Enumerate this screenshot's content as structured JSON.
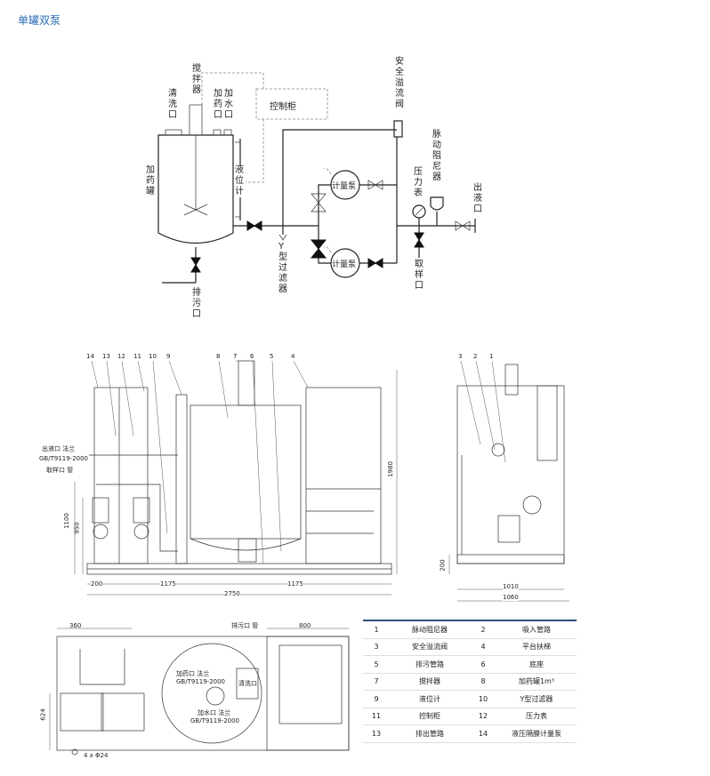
{
  "title": "单罐双泵",
  "schematic": {
    "qingxikou": "清洗口",
    "jiaobanqi": "搅拌器",
    "jiayaokou": "加药口",
    "jiashuikou": "加水口",
    "kongzhigui": "控制柜",
    "anquanyiliufa": "安全溢流阀",
    "jiayaoguan": "加药罐",
    "yeweiji": "液位计",
    "jiliangbeng_top": "计量泵",
    "jiliangbeng_bottom": "计量泵",
    "maidongzuniqi": "脉动阻尼器",
    "yalibiao": "压力表",
    "chuyekou": "出液口",
    "paiwukou": "排污口",
    "yxingguolvqi": "Y型过滤器",
    "quyangkou": "取样口"
  },
  "front_view": {
    "callouts": [
      "14",
      "13",
      "12",
      "11",
      "10",
      "9",
      "8",
      "7",
      "6",
      "5",
      "4"
    ],
    "outlet_label": "出液口 法兰",
    "outlet_std": "GB/T9119-2000",
    "sample_label": "取样口 管",
    "dims": {
      "total_width": "2750",
      "left": "200",
      "mid": "1175",
      "right": "1175",
      "height": "1980",
      "h1100": "1100",
      "h950": "950"
    }
  },
  "side_view": {
    "callouts": [
      "3",
      "2",
      "1"
    ],
    "dims": {
      "w1010": "1010",
      "w1060": "1060",
      "h200": "200"
    }
  },
  "top_view": {
    "dims": {
      "d360": "360",
      "d800": "800",
      "d624": "624",
      "holes": "4 x Φ24"
    },
    "drain_label": "排污口 管",
    "dosing_label": "加药口 法兰",
    "dosing_std": "GB/T9119-2000",
    "clean_label": "清洗口",
    "water_label": "加水口 法兰",
    "water_std": "GB/T9119-2000"
  },
  "parts": [
    {
      "n1": "1",
      "t1": "脉动阻尼器",
      "n2": "2",
      "t2": "吸入管路"
    },
    {
      "n1": "3",
      "t1": "安全溢流阀",
      "n2": "4",
      "t2": "平台扶梯"
    },
    {
      "n1": "5",
      "t1": "排污管路",
      "n2": "6",
      "t2": "底座"
    },
    {
      "n1": "7",
      "t1": "搅拌器",
      "n2": "8",
      "t2": "加药罐1m³"
    },
    {
      "n1": "9",
      "t1": "液位计",
      "n2": "10",
      "t2": "Y型过滤器"
    },
    {
      "n1": "11",
      "t1": "控制柜",
      "n2": "12",
      "t2": "压力表"
    },
    {
      "n1": "13",
      "t1": "排出管路",
      "n2": "14",
      "t2": "液压隔膜计量泵"
    }
  ]
}
